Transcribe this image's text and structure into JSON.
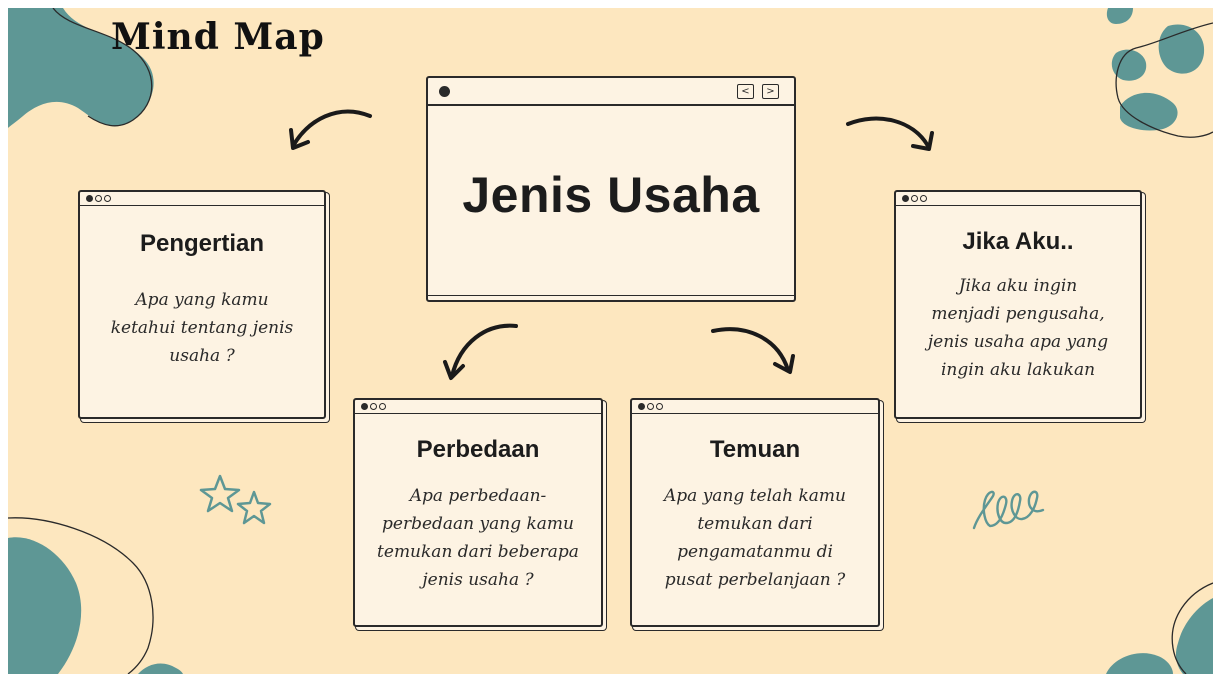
{
  "title": "Mind Map",
  "center": {
    "title": "Jenis Usaha",
    "prev_icon": "chevron-left-icon",
    "next_icon": "chevron-right-icon"
  },
  "cards": {
    "pengertian": {
      "title": "Pengertian",
      "lines": [
        "Apa yang kamu",
        "ketahui tentang jenis",
        "usaha ?"
      ]
    },
    "perbedaan": {
      "title": "Perbedaan",
      "lines": [
        "Apa perbedaan-",
        "perbedaan yang kamu",
        "temukan dari beberapa",
        "jenis usaha ?"
      ]
    },
    "temuan": {
      "title": "Temuan",
      "lines": [
        "Apa yang telah kamu",
        "temukan dari",
        "pengamatanmu di",
        "pusat perbelanjaan ?"
      ]
    },
    "jika_aku": {
      "title": "Jika Aku..",
      "lines": [
        "Jika aku ingin",
        "menjadi pengusaha,",
        "jenis usaha apa yang",
        "ingin aku lakukan"
      ]
    }
  },
  "colors": {
    "background": "#fde7bf",
    "accent": "#5e9795",
    "ink": "#2a2a2a",
    "window": "#fdf3e3"
  }
}
